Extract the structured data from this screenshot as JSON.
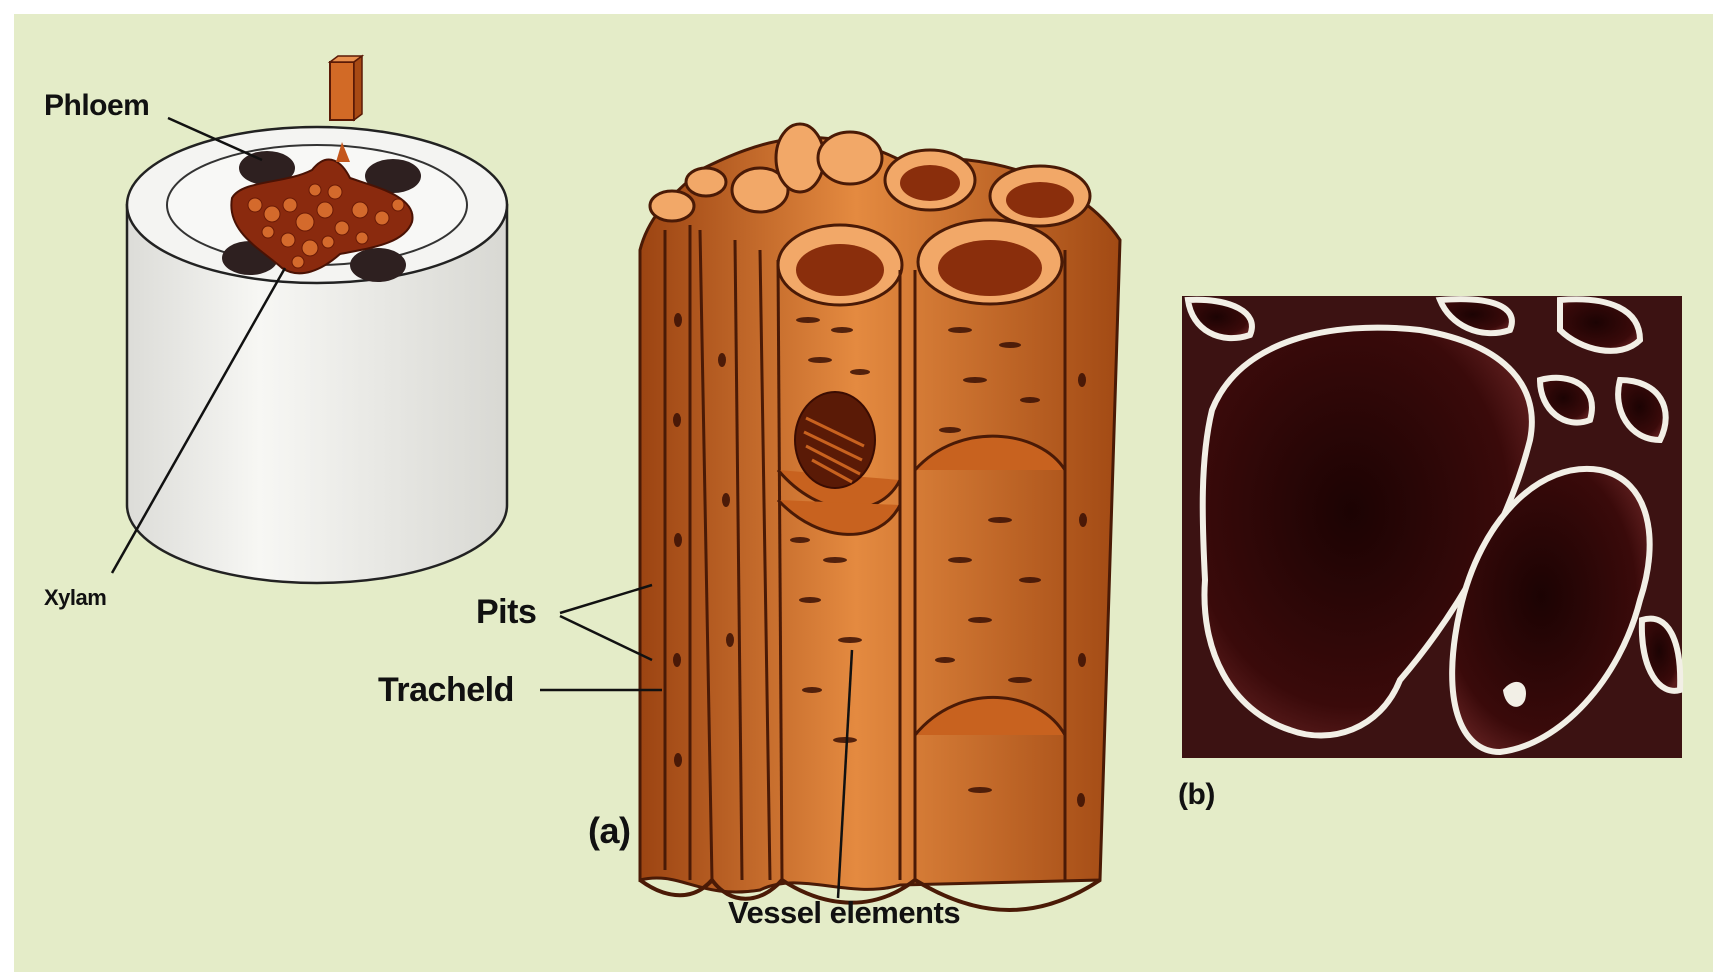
{
  "colors": {
    "background": "#e4ecc8",
    "stem": "#f1f1ee",
    "xylem_orange": "#d9722a",
    "micrograph_dark": "#2a0707"
  },
  "labels": {
    "phloem": "Phloem",
    "xylam": "Xylam",
    "pits": "Pits",
    "tracheid": "Tracheld",
    "vessel_elements": "Vessel elements",
    "panel_a": "(a)",
    "panel_b": "(b)"
  }
}
